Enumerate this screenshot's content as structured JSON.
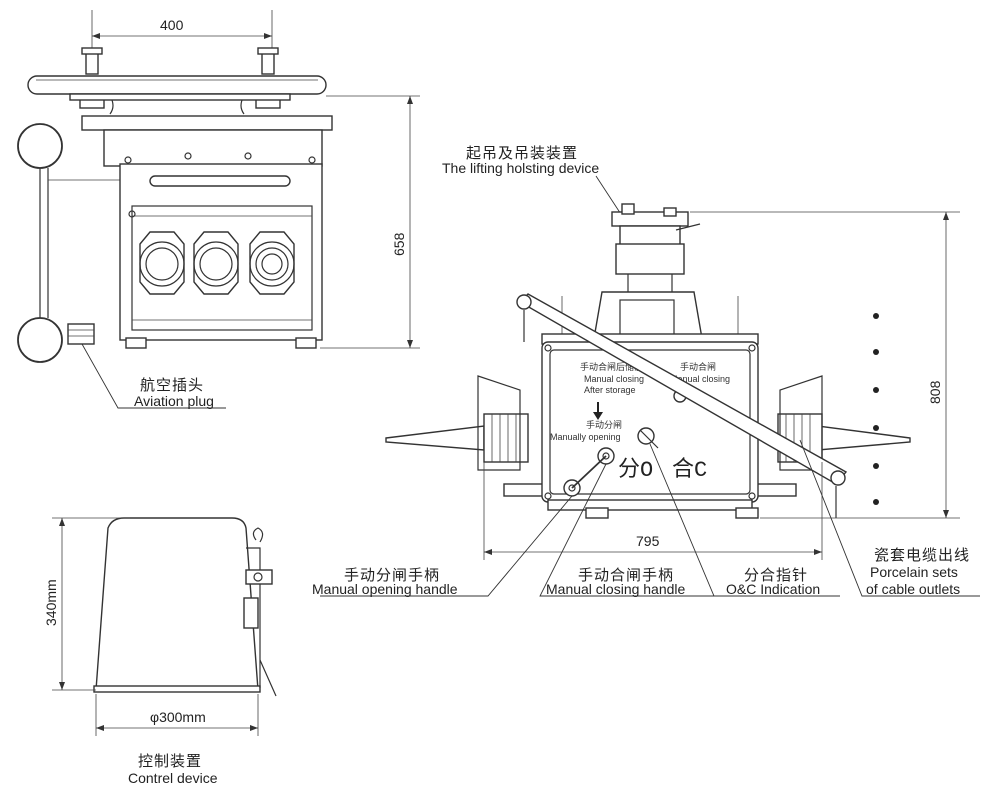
{
  "dimensions": {
    "top_width": "400",
    "front_height": "658",
    "side_height": "808",
    "side_width": "795",
    "control_height": "340mm",
    "control_diameter": "φ300mm"
  },
  "labels": {
    "lifting_cn": "起吊及吊装装置",
    "lifting_en": "The lifting holsting device",
    "aviation_cn": "航空插头",
    "aviation_en": "Aviation plug",
    "control_cn": "控制装置",
    "control_en": "Contrel device",
    "open_handle_cn": "手动分闸手柄",
    "open_handle_en": "Manual opening handle",
    "close_handle_cn": "手动合闸手柄",
    "close_handle_en": "Manual closing handle",
    "indicator_cn": "分合指针",
    "indicator_en": "O&C Indication",
    "porcelain_cn": "瓷套电缆出线",
    "porcelain_en1": "Porcelain sets",
    "porcelain_en2": "of cable outlets"
  },
  "panel": {
    "storage_cn": "手动合闸后储能",
    "storage_en1": "Manual closing",
    "storage_en2": "After storage",
    "close_cn": "手动合闸",
    "close_en": "Manual closing",
    "open_cn": "手动分闸",
    "open_en": "Manually opening",
    "state_open": "分O",
    "state_close": "合C"
  }
}
